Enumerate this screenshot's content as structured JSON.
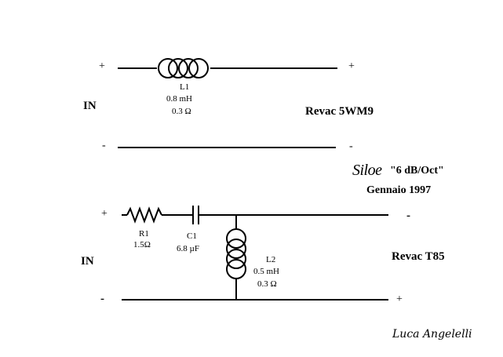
{
  "colors": {
    "ink": "#000000",
    "background": "#ffffff"
  },
  "top": {
    "in_label": "IN",
    "plus_left": "+",
    "minus_left": "-",
    "plus_right": "+",
    "minus_right": "-",
    "inductor": {
      "ref": "L1",
      "value": "0.8 mH",
      "resistance": "0.3 Ω"
    },
    "driver": "Revac 5WM9"
  },
  "title": {
    "brand": "Siloe",
    "slope": "\"6 dB/Oct\"",
    "date": "Gennaio 1997"
  },
  "bottom": {
    "in_label": "IN",
    "plus_left": "+",
    "minus_left": "-",
    "minus_right": "-",
    "plus_right": "+",
    "resistor": {
      "ref": "R1",
      "value": "1.5Ω"
    },
    "capacitor": {
      "ref": "C1",
      "value": "6.8 µF"
    },
    "inductor": {
      "ref": "L2",
      "value": "0.5 mH",
      "resistance": "0.3 Ω"
    },
    "driver": "Revac T85"
  },
  "signature": "Luca Angelelli"
}
